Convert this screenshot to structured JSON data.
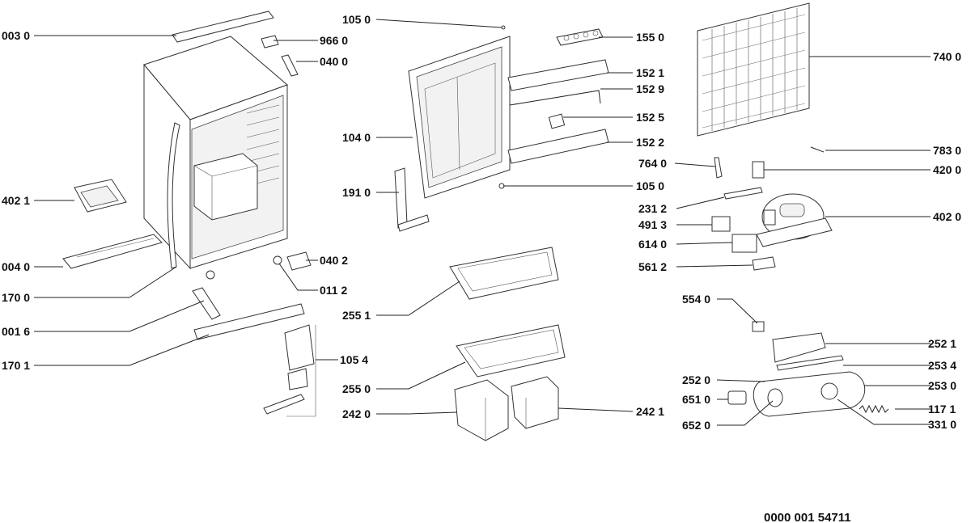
{
  "document_number": "0000 001 54711",
  "parts": {
    "p003_0": "003 0",
    "p966_0": "966 0",
    "p040_0": "040 0",
    "p402_1": "402 1",
    "p004_0": "004 0",
    "p170_0": "170 0",
    "p040_2": "040 2",
    "p011_2": "011 2",
    "p001_6": "001 6",
    "p170_1": "170 1",
    "p105_4": "105 4",
    "p105_0a": "105 0",
    "p104_0": "104 0",
    "p191_0": "191 0",
    "p105_0b": "105 0",
    "p155_0": "155 0",
    "p152_1": "152 1",
    "p152_9": "152 9",
    "p152_5": "152 5",
    "p152_2": "152 2",
    "p255_1": "255 1",
    "p255_0": "255 0",
    "p242_0": "242 0",
    "p242_1": "242 1",
    "p740_0": "740 0",
    "p783_0": "783 0",
    "p764_0": "764 0",
    "p420_0": "420 0",
    "p231_2": "231 2",
    "p491_3": "491 3",
    "p402_0": "402 0",
    "p614_0": "614 0",
    "p561_2": "561 2",
    "p554_0": "554 0",
    "p252_1": "252 1",
    "p253_4": "253 4",
    "p252_0": "252 0",
    "p253_0": "253 0",
    "p651_0": "651 0",
    "p117_1": "117 1",
    "p652_0": "652 0",
    "p331_0": "331 0"
  }
}
